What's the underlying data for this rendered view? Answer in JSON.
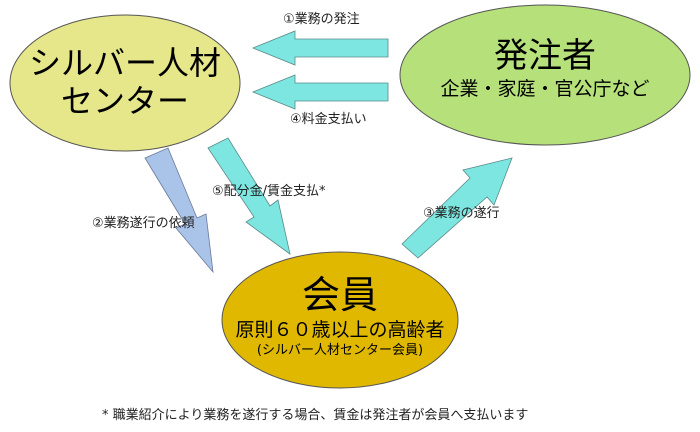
{
  "nodes": {
    "silver": {
      "line1": "シルバー人材",
      "line2": "センター",
      "fill": "#e6e68a"
    },
    "client": {
      "title": "発注者",
      "subtitle": "企業・家庭・官公庁など",
      "fill": "#b5e07a"
    },
    "member": {
      "title": "会員",
      "line1": "原則６０歳以上の高齢者",
      "line2": "(シルバー人材センター会員)",
      "fill": "#e0b800"
    }
  },
  "arrows": {
    "order": {
      "label": "①業務の発注",
      "color": "#7ee6e0"
    },
    "request": {
      "label": "②業務遂行の依頼",
      "color": "#a9c4e8"
    },
    "execution": {
      "label": "③業務の遂行",
      "color": "#7ee6e0"
    },
    "fee": {
      "label": "④料金支払い",
      "color": "#7ee6e0"
    },
    "distribution": {
      "label": "⑤配分金/賃金支払*",
      "color": "#7ee6e0"
    }
  },
  "footnote": "* 職業紹介により業務を遂行する場合、賃金は発注者が会員へ支払います"
}
